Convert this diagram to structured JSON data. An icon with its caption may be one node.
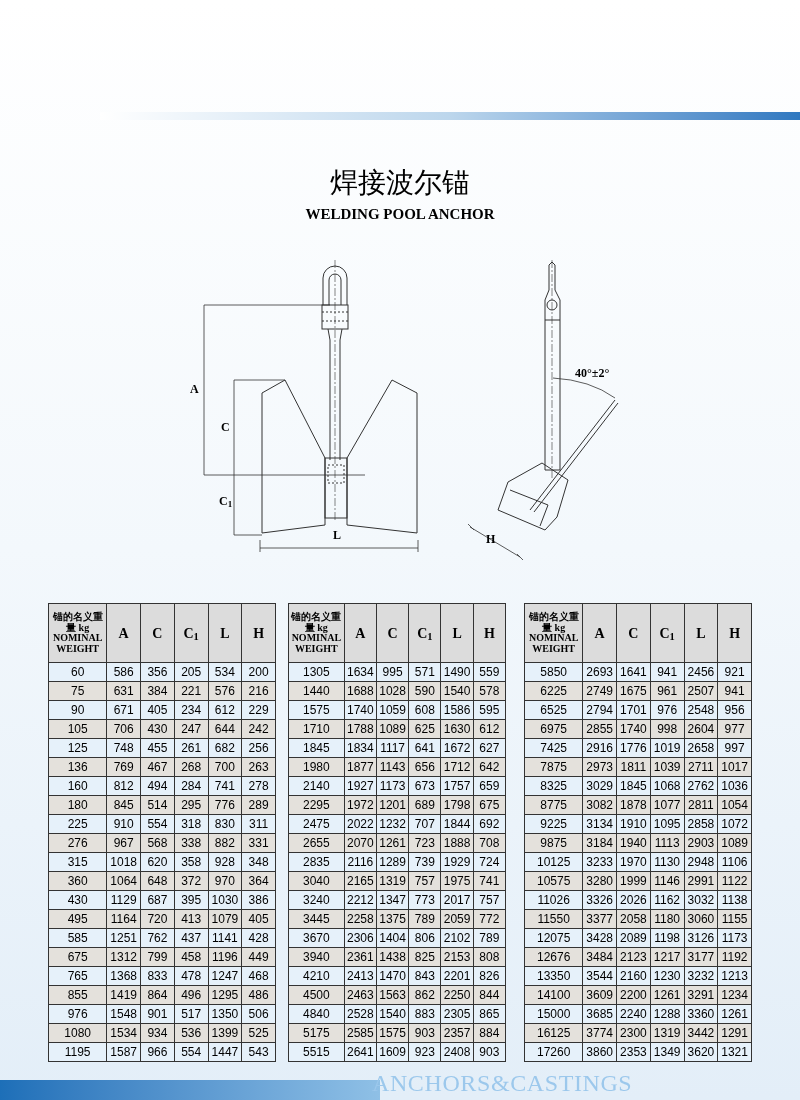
{
  "diagram": {
    "title": "焊接波尔锚",
    "labels": [
      "WELDING POOL ANCHOR",
      "A",
      "C",
      "C$_{1}$",
      "L",
      "H",
      "40°±2°",
      "锚的名义重量 kg NOMINAL WEIGHT",
      "A",
      "C",
      "C$_{1}$",
      "L",
      "H",
      "60",
      "586",
      "356",
      "205",
      "534",
      "200",
      "75",
      "631",
      "384",
      "221",
      "576",
      "216",
      "90",
      "671",
      "405",
      "234",
      "612",
      "229",
      "105",
      "706",
      "430",
      "247",
      "644",
      "242",
      "125",
      "748",
      "455",
      "261",
      "682",
      "256",
      "136",
      "769",
      "467",
      "268",
      "700",
      "263",
      "160",
      "812",
      "494",
      "284",
      "741",
      "278",
      "180",
      "845",
      "514",
      "295",
      "776",
      "289",
      "225",
      "910",
      "554",
      "318",
      "830",
      "311",
      "276",
      "967",
      "568",
      "338",
      "882",
      "331",
      "315",
      "1018",
      "620",
      "358",
      "928",
      "348",
      "360",
      "1064",
      "648",
      "372",
      "970",
      "364",
      "430",
      "1129",
      "687",
      "395",
      "1030",
      "386",
      "495",
      "1164",
      "720",
      "413",
      "1079",
      "405",
      "585",
      "1251",
      "762",
      "437",
      "1141",
      "428",
      "675",
      "1312",
      "799",
      "458",
      "1196",
      "449",
      "765",
      "1368",
      "833",
      "478",
      "1247",
      "468",
      "855",
      "1419",
      "864",
      "496",
      "1295",
      "486",
      "976",
      "1548",
      "901",
      "517",
      "1350",
      "506",
      "1080",
      "1534",
      "934",
      "536",
      "1399",
      "525",
      "1195",
      "1587",
      "966",
      "554",
      "1447",
      "543",
      "锚的名义重量 kg NOMINAL WEIGHT",
      "A",
      "C",
      "C$_{1}$",
      "L",
      "H",
      "1305",
      "1634",
      "995",
      "571",
      "1490",
      "559",
      "1440",
      "1688",
      "1028",
      "590",
      "1540",
      "578",
      "1575",
      "1740",
      "1059",
      "608",
      "1586",
      "595",
      "1710",
      "1788",
      "1089",
      "625",
      "1630",
      "612",
      "1845",
      "1834",
      "1117",
      "641",
      "1672",
      "627",
      "1980",
      "1877",
      "1143",
      "656",
      "1712",
      "642",
      "2140",
      "1927",
      "1173",
      "673",
      "1757",
      "659",
      "2295",
      "1972",
      "1201",
      "689",
      "1798",
      "675",
      "2475",
      "2022",
      "1232",
      "707",
      "1844",
      "692",
      "2655",
      "2070",
      "1261",
      "723",
      "1888",
      "708",
      "2835",
      "2116",
      "1289",
      "739",
      "1929",
      "724",
      "3040",
      "2165",
      "1319",
      "757",
      "1975",
      "741",
      "3240",
      "2212",
      "1347",
      "773",
      "2017",
      "757",
      "3445",
      "2258",
      "1375",
      "789",
      "2059",
      "772",
      "3670",
      "2306",
      "1404",
      "806",
      "2102",
      "789",
      "3940",
      "2361",
      "1438",
      "825",
      "2153",
      "808",
      "4210",
      "2413",
      "1470",
      "843",
      "2201",
      "826",
      "4500",
      "2463",
      "1563",
      "862",
      "2250",
      "844",
      "4840",
      "2528",
      "1540",
      "883",
      "2305",
      "865",
      "5175",
      "2585",
      "1575",
      "903",
      "2357",
      "884",
      "5515",
      "2641",
      "1609",
      "923",
      "2408",
      "903",
      "锚的名义重量 kg NOMINAL WEIGHT",
      "A",
      "C",
      "C$_{1}$",
      "L",
      "H",
      "5850",
      "2693",
      "1641",
      "941",
      "2456",
      "921",
      "6225",
      "2749",
      "1675",
      "961",
      "2507",
      "941",
      "6525",
      "2794",
      "1701",
      "976",
      "2548",
      "956",
      "6975",
      "2855",
      "1740",
      "998",
      "2604",
      "977",
      "7425",
      "2916",
      "1776",
      "1019",
      "2658",
      "997",
      "7875",
      "2973",
      "1811",
      "1039",
      "2711",
      "1017",
      "8325",
      "3029",
      "1845",
      "1068",
      "2762",
      "1036",
      "8775",
      "3082",
      "1878",
      "1077",
      "2811",
      "1054",
      "9225",
      "3134",
      "1910",
      "1095",
      "2858",
      "1072",
      "9875",
      "3184",
      "1940",
      "1113",
      "2903",
      "1089",
      "10125",
      "3233",
      "1970",
      "1130",
      "2948",
      "1106",
      "10575",
      "3280",
      "1999",
      "1146",
      "2991",
      "1122",
      "11026",
      "3326",
      "2026",
      "1162",
      "3032",
      "1138",
      "11550",
      "3377",
      "2058",
      "1180",
      "3060",
      "1155",
      "12075",
      "3428",
      "2089",
      "1198",
      "3126",
      "1173",
      "12676",
      "3484",
      "2123",
      "1217",
      "3177",
      "1192",
      "13350",
      "3544",
      "2160",
      "1230",
      "3232",
      "1213",
      "14100",
      "3609",
      "2200",
      "1261",
      "3291",
      "1234",
      "15000",
      "3685",
      "2240",
      "1288",
      "3360",
      "1261",
      "16125",
      "3774",
      "2300",
      "1319",
      "3442",
      "1291",
      "17260",
      "3860",
      "2353",
      "1349",
      "3620",
      "1321",
      "ANCHORS&CASTINGS"
    ]
  }
}
